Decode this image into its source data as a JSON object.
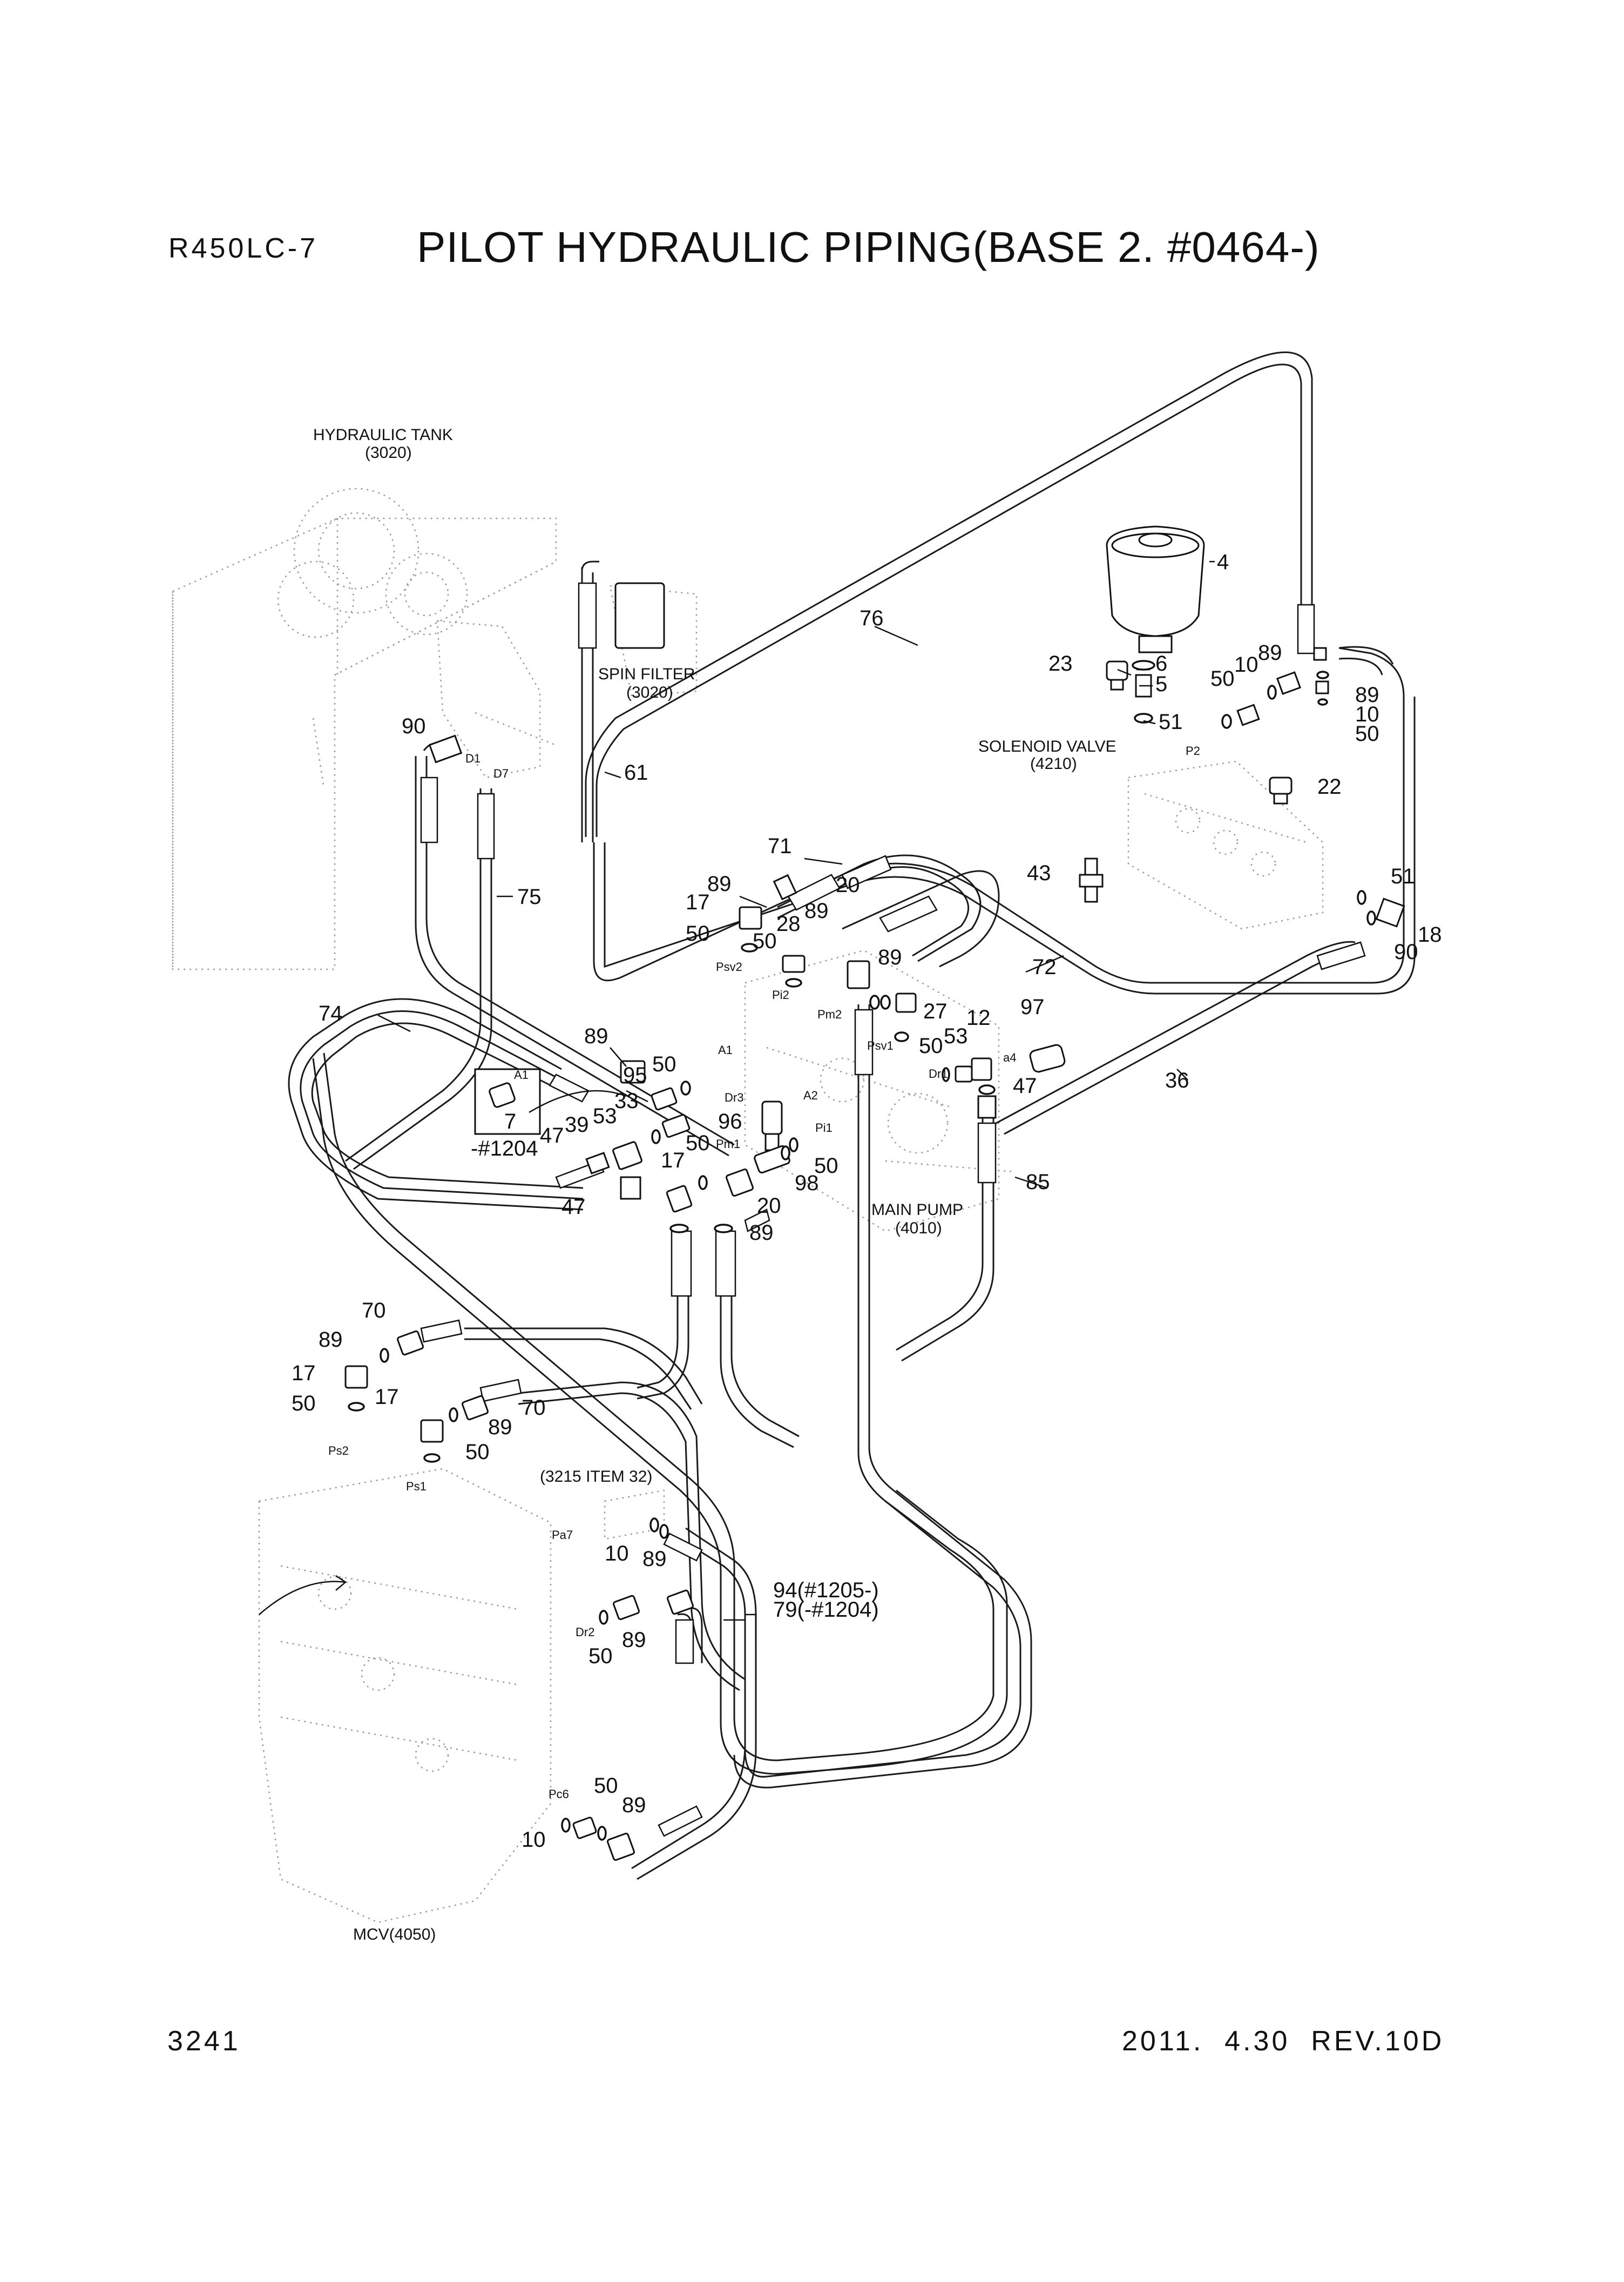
{
  "header": {
    "model": "R450LC-7",
    "title": "PILOT HYDRAULIC PIPING(BASE 2. #0464-)"
  },
  "footer": {
    "page_number": "3241",
    "revision": "2011.  4.30  REV.10D"
  },
  "components": {
    "hydraulic_tank": {
      "name": "HYDRAULIC TANK",
      "ref": "(3020)"
    },
    "spin_filter": {
      "name": "SPIN FILTER",
      "ref": "(3020)"
    },
    "solenoid_valve": {
      "name": "SOLENOID VALVE",
      "ref": "(4210)"
    },
    "main_pump": {
      "name": "MAIN PUMP",
      "ref": "(4010)"
    },
    "mcv": {
      "name": "MCV(4050)"
    },
    "item_ref": {
      "name": "(3215 ITEM 32)"
    }
  },
  "callouts": {
    "c4": "4",
    "c6": "6",
    "c5": "5",
    "c23": "23",
    "c51a": "51",
    "c50a": "50",
    "c10a": "10",
    "c89a": "89",
    "c89b": "89",
    "c10b": "10",
    "c50b": "50",
    "c22": "22",
    "c43": "43",
    "c51b": "51",
    "c18": "18",
    "c90a": "90",
    "c76": "76",
    "c61": "61",
    "c90b": "90",
    "c75": "75",
    "c71": "71",
    "c89c": "89",
    "c17a": "17",
    "c50c": "50",
    "c20a": "20",
    "c28": "28",
    "c89d": "89",
    "c50d": "50",
    "c89e": "89",
    "c27": "27",
    "c72": "72",
    "c97": "97",
    "c12": "12",
    "c53a": "53",
    "c50e": "50",
    "c47a": "47",
    "c36": "36",
    "c74": "74",
    "c89f": "89",
    "c95": "95",
    "c50f": "50",
    "c33": "33",
    "c53b": "53",
    "c39": "39",
    "c47b": "47",
    "c7": "7",
    "c1204": "-#1204",
    "c47c": "47",
    "c96": "96",
    "c17b": "17",
    "c50g": "50",
    "c98": "98",
    "c50h": "50",
    "c20b": "20",
    "c89g": "89",
    "c85": "85",
    "c70a": "70",
    "c89h": "89",
    "c17c": "17",
    "c50i": "50",
    "c17d": "17",
    "c70b": "70",
    "c89i": "89",
    "c50j": "50",
    "c10c": "10",
    "c89j": "89",
    "c94": "94(#1205-)",
    "c79": "79(-#1204)",
    "c89k": "89",
    "c50k": "50",
    "c50l": "50",
    "c89l": "89",
    "c10d": "10"
  },
  "ports": {
    "p2": "P2",
    "d1": "D1",
    "d7": "D7",
    "psv2": "Psv2",
    "pi2": "Pi2",
    "pm2": "Pm2",
    "psv1": "Psv1",
    "a1": "A1",
    "a2": "A2",
    "dr3": "Dr3",
    "pm1": "Pm1",
    "pi1": "Pi1",
    "dr1": "Dr1",
    "a4": "a4",
    "a1_inset": "A1",
    "ps2": "Ps2",
    "ps1": "Ps1",
    "pa7": "Pa7",
    "dr2": "Dr2",
    "pc6": "Pc6"
  }
}
